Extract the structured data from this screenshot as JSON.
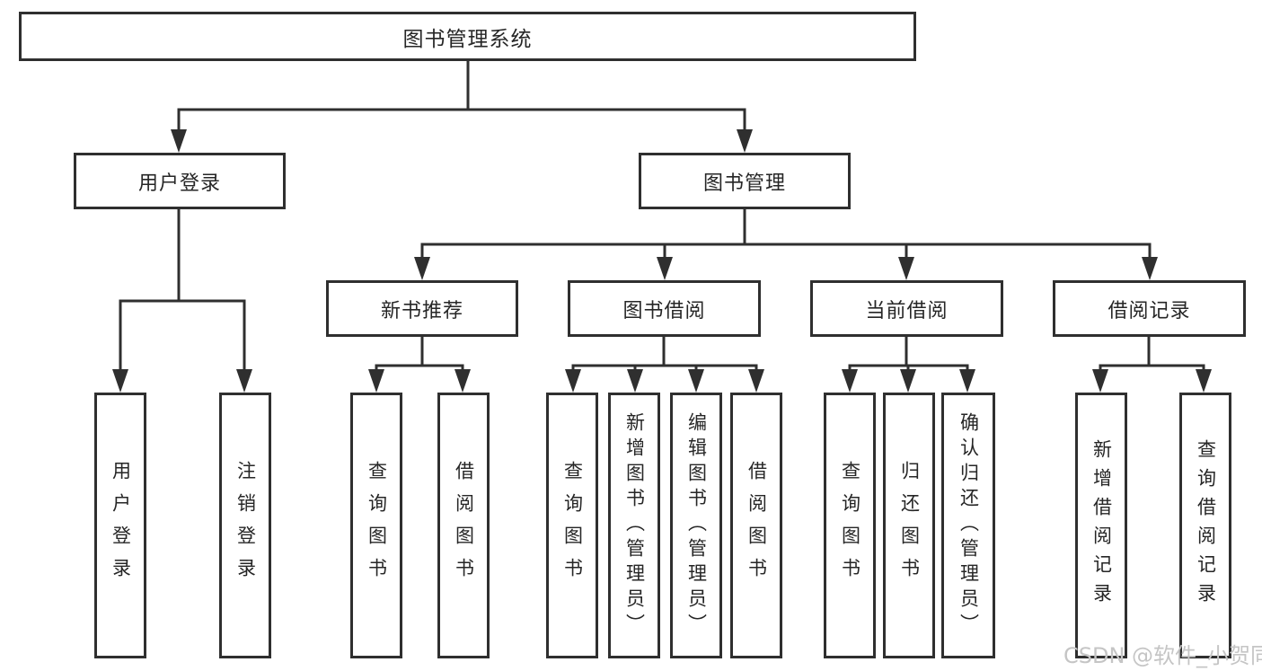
{
  "diagram": {
    "root": {
      "label": "图书管理系统"
    },
    "branches": [
      {
        "label": "用户登录",
        "leaves": [
          {
            "label": "用户登录"
          },
          {
            "label": "注销登录"
          }
        ]
      },
      {
        "label": "图书管理",
        "groups": [
          {
            "label": "新书推荐",
            "leaves": [
              {
                "label": "查询图书"
              },
              {
                "label": "借阅图书"
              }
            ]
          },
          {
            "label": "图书借阅",
            "leaves": [
              {
                "label": "查询图书"
              },
              {
                "label": "新增图书（管理员）"
              },
              {
                "label": "编辑图书（管理员）"
              },
              {
                "label": "借阅图书"
              }
            ]
          },
          {
            "label": "当前借阅",
            "leaves": [
              {
                "label": "查询图书"
              },
              {
                "label": "归还图书"
              },
              {
                "label": "确认归还（管理员）"
              }
            ]
          },
          {
            "label": "借阅记录",
            "leaves": [
              {
                "label": "新增借阅记录"
              },
              {
                "label": "查询借阅记录"
              }
            ]
          }
        ]
      }
    ]
  },
  "watermark": {
    "text": "CSDN @软件_小贺同学",
    "color": "#c5c5c5"
  },
  "style": {
    "line_color": "#2f2f2f",
    "text_color": "#262626",
    "background": "#ffffff"
  }
}
